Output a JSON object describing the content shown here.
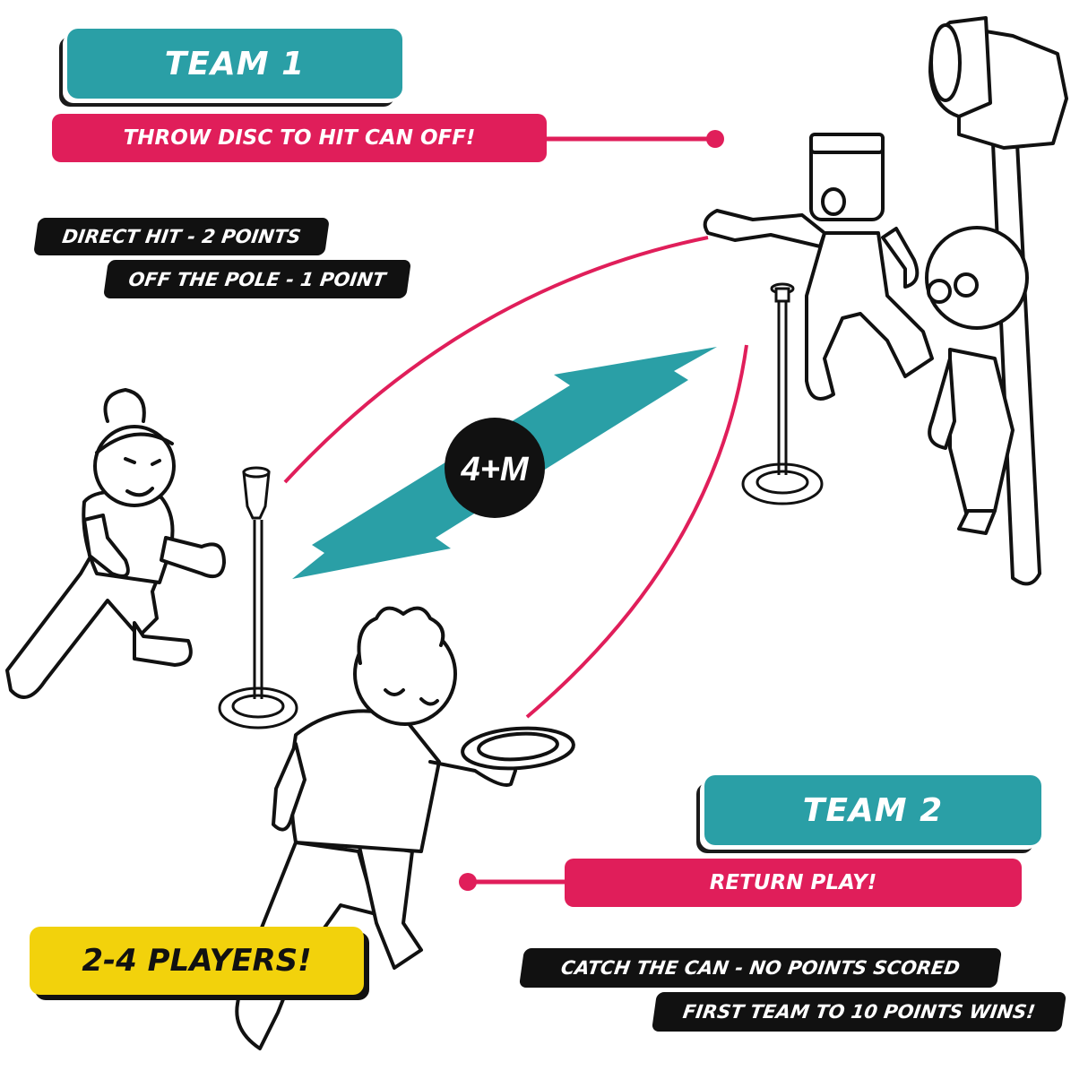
{
  "team1": {
    "title": "TEAM 1",
    "instruction": "THROW DISC TO HIT CAN OFF!",
    "rules": [
      "DIRECT HIT - 2 POINTS",
      "OFF THE POLE - 1 POINT"
    ]
  },
  "distance_badge": "4+M",
  "team2": {
    "title": "TEAM 2",
    "instruction": "RETURN PLAY!",
    "rules": [
      "CATCH THE CAN - NO POINTS SCORED",
      "FIRST TEAM TO 10 POINTS WINS!"
    ]
  },
  "players_badge": "2-4 PLAYERS!",
  "colors": {
    "teal": "#2a9fa6",
    "pink": "#e01e5a",
    "black": "#111111",
    "yellow": "#f2d20c"
  }
}
